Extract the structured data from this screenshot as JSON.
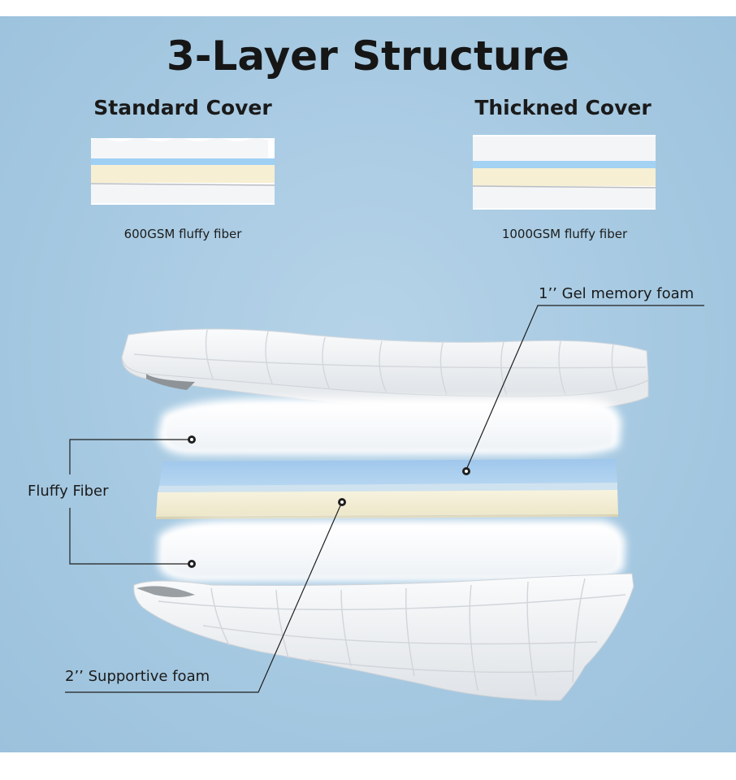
{
  "heading": "3-Layer Structure",
  "covers": [
    {
      "title": "Standard Cover",
      "caption": "600GSM fluffy fiber"
    },
    {
      "title": "Thickned Cover",
      "caption": "1000GSM fluffy fiber"
    }
  ],
  "callouts": {
    "gel_foam": "1’’ Gel memory foam",
    "fluffy_fiber": "Fluffy Fiber",
    "supportive_foam": "2’’ Supportive foam"
  },
  "colors": {
    "background": "#a9cbe3",
    "gel_foam": "#a9cdee",
    "supportive_foam": "#f3efd6",
    "fiber": "#fbfcfd",
    "cover_fabric": "#f1f2f3"
  }
}
